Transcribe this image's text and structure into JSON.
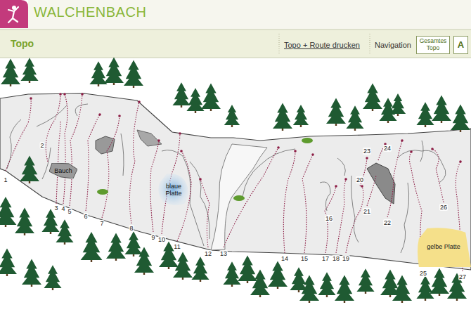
{
  "diagram": {
    "title": "WALCHENBACH",
    "nodes": [
      {
        "text": [
          "Gesamtes Topo"
        ]
      },
      {
        "text": [
          "A"
        ]
      },
      {
        "text": [
          "Bauch"
        ]
      },
      {
        "text": [
          "blaue Platte"
        ]
      },
      {
        "text": [
          "gelbe Platte"
        ]
      }
    ],
    "labels": [
      "Topo",
      "Topo + Route drucken",
      "Navigation",
      "1",
      "2",
      "3",
      "4",
      "5",
      "6",
      "7",
      "8",
      "9",
      "10",
      "11",
      "12",
      "13",
      "14",
      "15",
      "16",
      "17",
      "18",
      "19",
      "20",
      "21",
      "22",
      "23",
      "24",
      "25",
      "26",
      "27"
    ]
  }
}
